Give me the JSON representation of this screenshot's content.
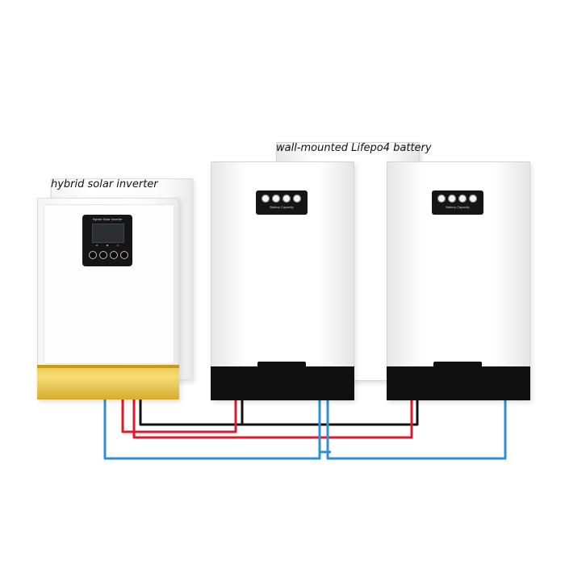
{
  "captions": {
    "inverter": "hybrid solar inverter",
    "battery": "wall-mounted Lifepo4 battery"
  },
  "inverter": {
    "panel_title": "Hybrid Solar Inverter"
  },
  "batteries": [
    {
      "window_label": "Battery Capacity"
    },
    {
      "window_label": "Battery Capacity"
    }
  ],
  "colors": {
    "wire_red": "#e0182d",
    "wire_black": "#111111",
    "wire_blue": "#2f8fd4",
    "gold_trim": "#e9c44a"
  }
}
